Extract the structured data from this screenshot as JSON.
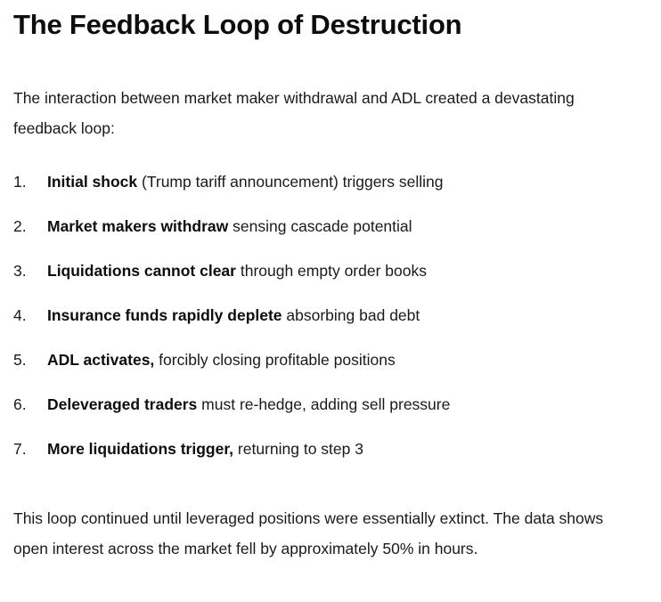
{
  "document": {
    "title": "The Feedback Loop of Destruction",
    "intro_paragraph": "The interaction between market maker withdrawal and ADL created a devastating feedback loop:",
    "steps": [
      {
        "marker": "1.",
        "lead": "Initial shock",
        "rest": " (Trump tariff announcement) triggers selling"
      },
      {
        "marker": "2.",
        "lead": "Market makers withdraw",
        "rest": " sensing cascade potential"
      },
      {
        "marker": "3.",
        "lead": "Liquidations cannot clear",
        "rest": " through empty order books"
      },
      {
        "marker": "4.",
        "lead": "Insurance funds rapidly deplete",
        "rest": " absorbing bad debt"
      },
      {
        "marker": "5.",
        "lead": "ADL activates,",
        "rest": " forcibly closing profitable positions"
      },
      {
        "marker": "6.",
        "lead": "Deleveraged traders",
        "rest": " must re-hedge, adding sell pressure"
      },
      {
        "marker": "7.",
        "lead": "More liquidations trigger,",
        "rest": " returning to step 3"
      }
    ],
    "closing_paragraph": "This loop continued until leveraged positions were essentially extinct. The data shows open interest across the market fell by approximately 50% in hours."
  },
  "colors": {
    "background": "#ffffff",
    "body_text": "#1a1a1a",
    "heading_text": "#0d0d0d"
  }
}
